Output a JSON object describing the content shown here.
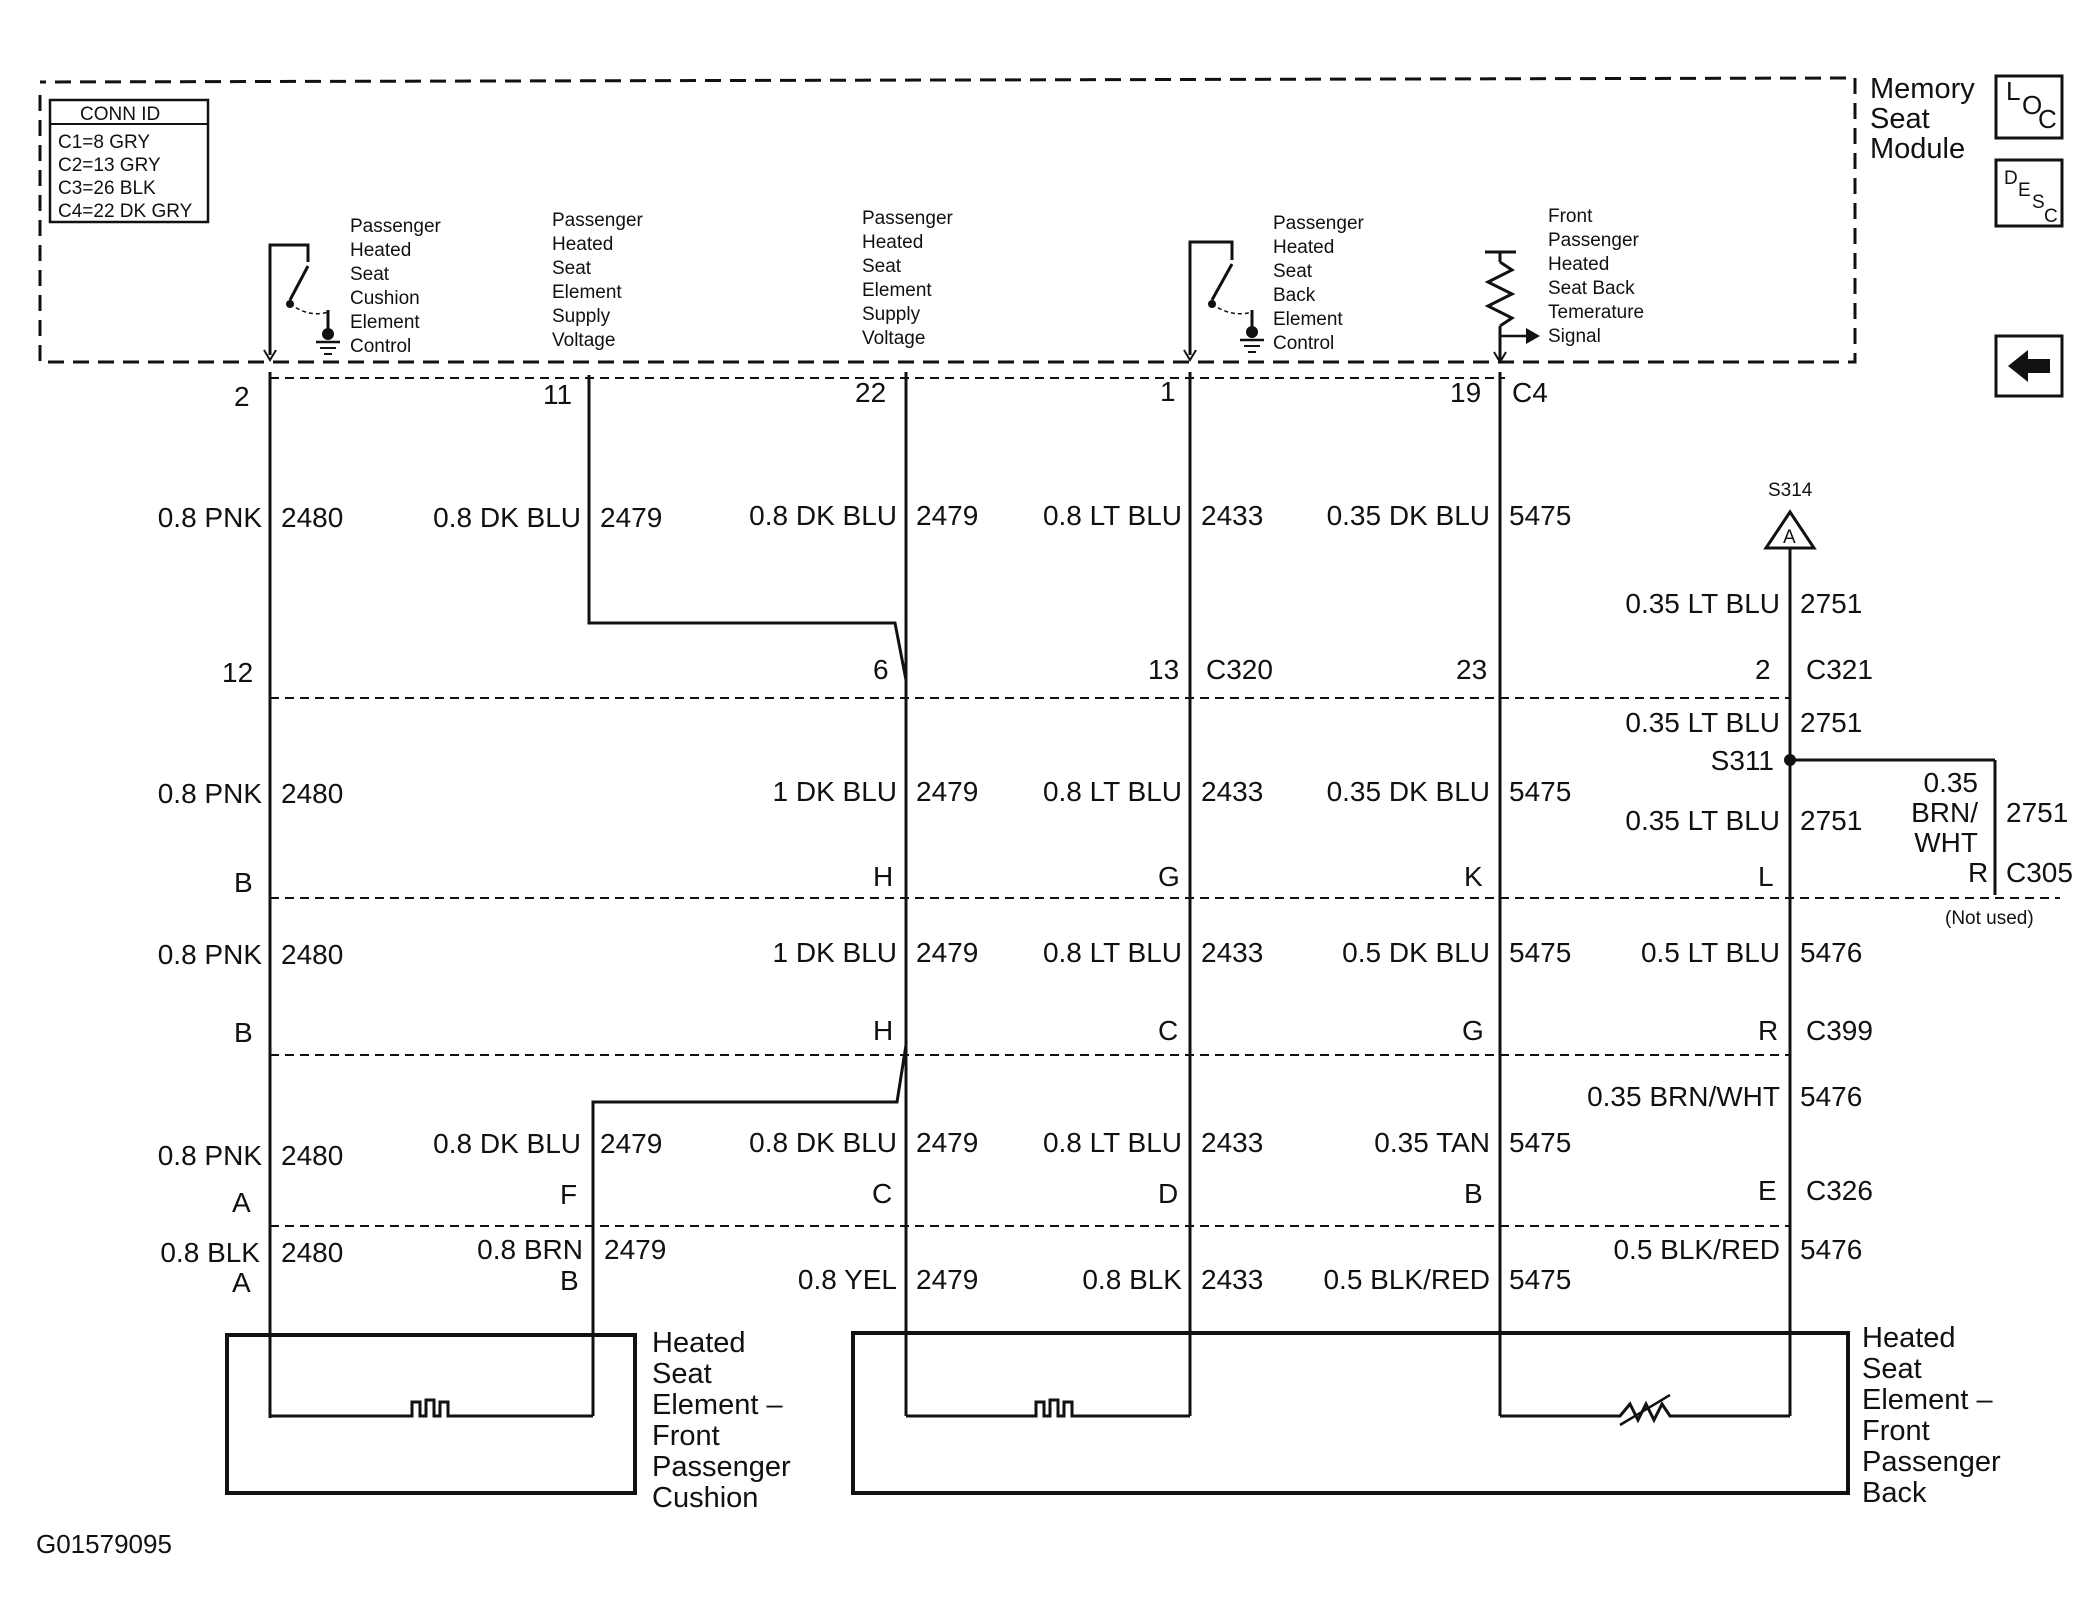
{
  "module": {
    "name_lines": [
      "Memory",
      "Seat",
      "Module"
    ],
    "conn_id_title": "CONN ID",
    "conn_ids": [
      "C1=8 GRY",
      "C2=13 GRY",
      "C3=26 BLK",
      "C4=22 DK GRY"
    ],
    "functions": {
      "cushion_control": [
        "Passenger",
        "Heated",
        "Seat",
        "Cushion",
        "Element",
        "Control"
      ],
      "supply_11": [
        "Passenger",
        "Heated",
        "Seat",
        "Element",
        "Supply",
        "Voltage"
      ],
      "supply_22": [
        "Passenger",
        "Heated",
        "Seat",
        "Element",
        "Supply",
        "Voltage"
      ],
      "back_control": [
        "Passenger",
        "Heated",
        "Seat",
        "Back",
        "Element",
        "Control"
      ],
      "temp_signal": [
        "Front",
        "Passenger",
        "Heated",
        "Seat Back",
        "Temerature",
        "Signal"
      ]
    },
    "pins": [
      "2",
      "11",
      "22",
      "1",
      "19"
    ],
    "connector": "C4"
  },
  "side_buttons": {
    "loc": [
      "L",
      "O",
      "C"
    ],
    "desc": [
      "D",
      "E",
      "S",
      "C"
    ],
    "back_icon": "left-arrow-icon"
  },
  "rows": {
    "r1": [
      {
        "wire": "0.8 PNK",
        "circuit": "2480"
      },
      {
        "wire": "0.8 DK BLU",
        "circuit": "2479"
      },
      {
        "wire": "0.8 DK BLU",
        "circuit": "2479"
      },
      {
        "wire": "0.8 LT BLU",
        "circuit": "2433"
      },
      {
        "wire": "0.35 DK BLU",
        "circuit": "5475"
      }
    ],
    "s314": {
      "splice": "S314",
      "symbol": "A",
      "wire": "0.35 LT BLU",
      "circuit": "2751"
    },
    "c320": {
      "connector": "C320",
      "pins": [
        "12",
        "6",
        "13",
        "23"
      ]
    },
    "c321": {
      "connector": "C321",
      "pin": "2"
    },
    "s311": {
      "splice": "S311",
      "wire_top": "0.35 LT BLU",
      "circuit_top": "2751",
      "wire_bottom": "0.35 LT BLU",
      "circuit_bottom": "2751"
    },
    "branch": {
      "wire_lines": [
        "0.35",
        "BRN/",
        "WHT"
      ],
      "circuit": "2751",
      "pin": "R",
      "connector": "C305",
      "note": "(Not used)"
    },
    "r2": [
      {
        "wire": "0.8 PNK",
        "circuit": "2480"
      },
      {
        "wire": "1 DK BLU",
        "circuit": "2479"
      },
      {
        "wire": "0.8 LT BLU",
        "circuit": "2433"
      },
      {
        "wire": "0.35 DK BLU",
        "circuit": "5475"
      }
    ],
    "c2_pins": [
      "B",
      "H",
      "G",
      "K",
      "L"
    ],
    "r3": [
      {
        "wire": "0.8 PNK",
        "circuit": "2480"
      },
      {
        "wire": "1 DK BLU",
        "circuit": "2479"
      },
      {
        "wire": "0.8 LT BLU",
        "circuit": "2433"
      },
      {
        "wire": "0.5 DK BLU",
        "circuit": "5475"
      },
      {
        "wire": "0.5 LT BLU",
        "circuit": "5476"
      }
    ],
    "c399": {
      "connector": "C399",
      "pins": [
        "B",
        "H",
        "C",
        "G",
        "R"
      ]
    },
    "r4": [
      {
        "wire": "0.8 PNK",
        "circuit": "2480"
      },
      {
        "wire": "0.8 DK BLU",
        "circuit": "2479"
      },
      {
        "wire": "0.8 DK BLU",
        "circuit": "2479"
      },
      {
        "wire": "0.8 LT BLU",
        "circuit": "2433"
      },
      {
        "wire": "0.35 TAN",
        "circuit": "5475"
      }
    ],
    "r4_right": {
      "wire": "0.35 BRN/WHT",
      "circuit": "5476"
    },
    "c326": {
      "connector": "C326",
      "pins": [
        "A",
        "F",
        "C",
        "D",
        "B",
        "E"
      ]
    },
    "r5": [
      {
        "wire": "0.8 BLK",
        "circuit": "2480"
      },
      {
        "wire": "0.8 BRN",
        "circuit": "2479"
      },
      {
        "wire": "0.8 YEL",
        "circuit": "2479"
      },
      {
        "wire": "0.8 BLK",
        "circuit": "2433"
      },
      {
        "wire": "0.5 BLK/RED",
        "circuit": "5475"
      },
      {
        "wire": "0.5 BLK/RED",
        "circuit": "5476"
      }
    ],
    "r5_pins": [
      "A",
      "B"
    ]
  },
  "components": {
    "cushion": [
      "Heated",
      "Seat",
      "Element –",
      "Front",
      "Passenger",
      "Cushion"
    ],
    "back": [
      "Heated",
      "Seat",
      "Element –",
      "Front",
      "Passenger",
      "Back"
    ]
  },
  "figure_id": "G01579095"
}
